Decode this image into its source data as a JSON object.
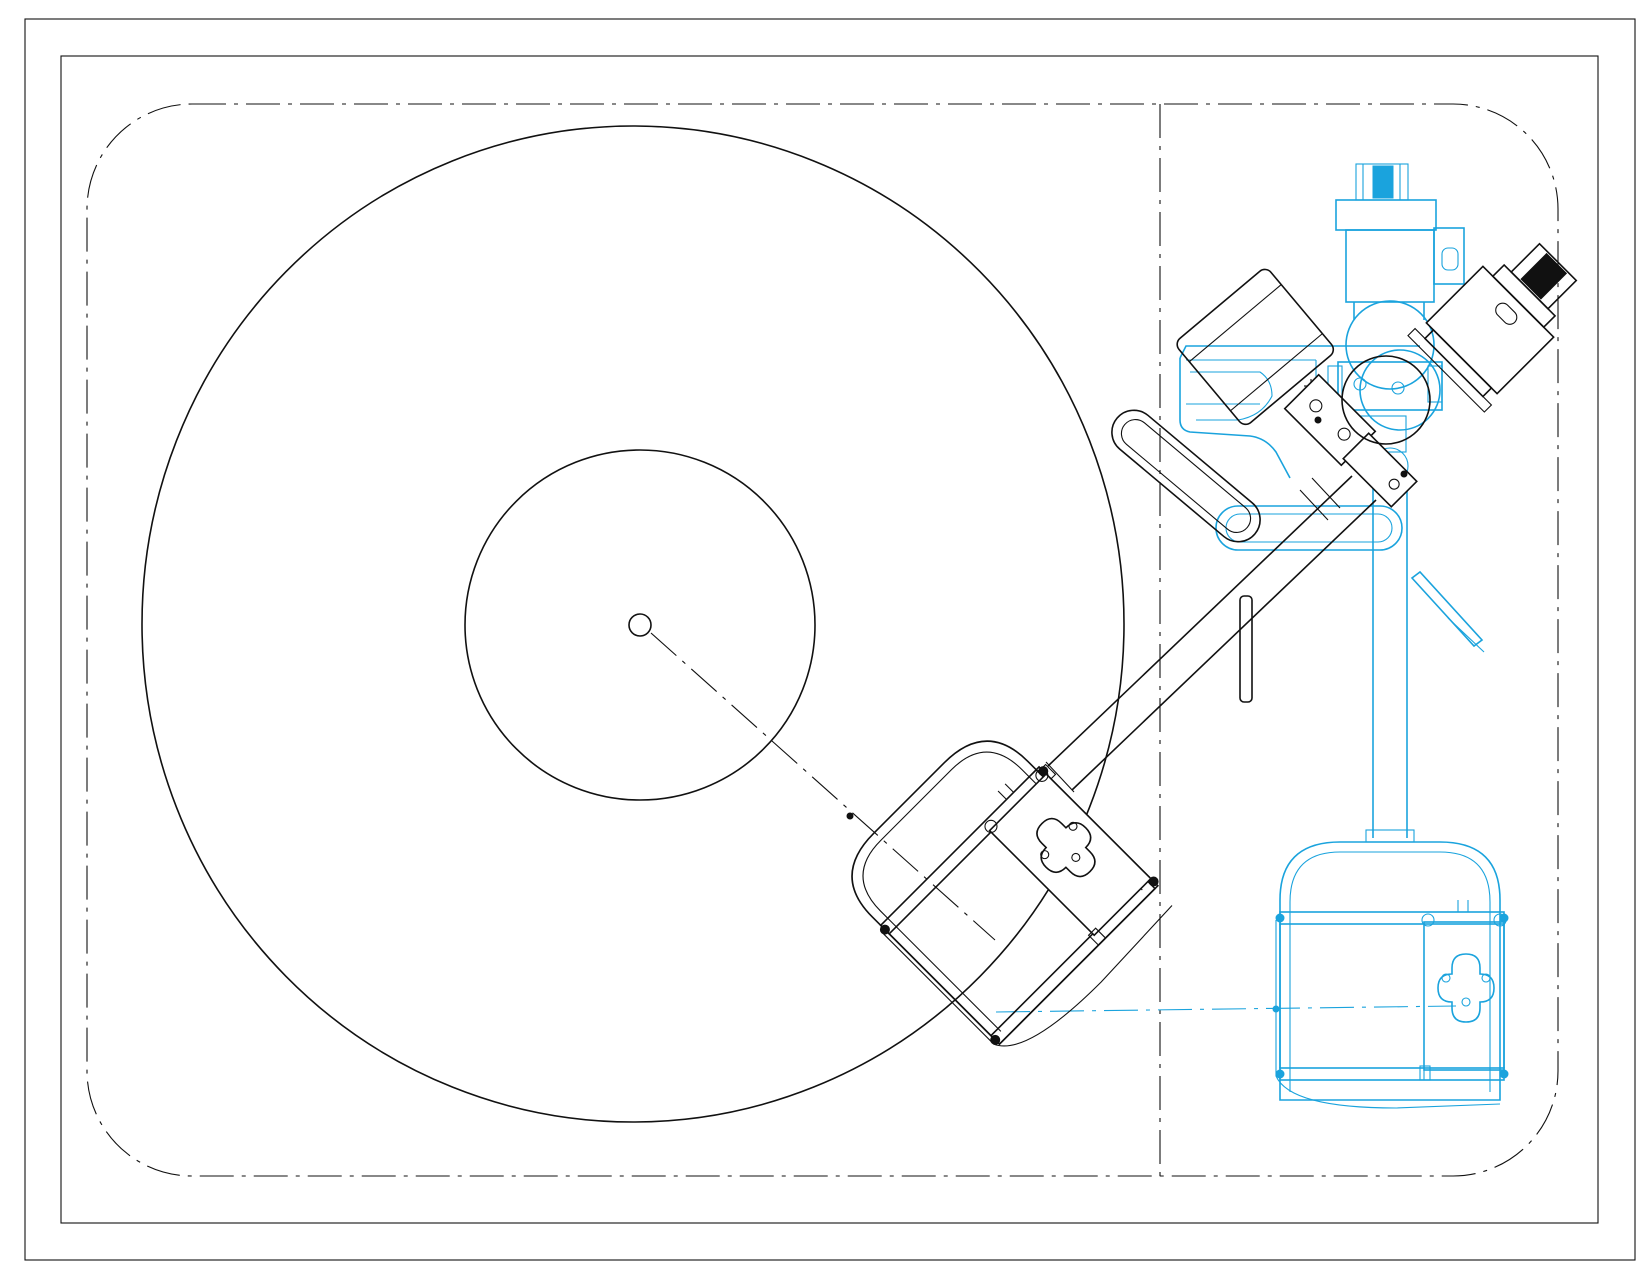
{
  "drawing": {
    "colors": {
      "line": "#111111",
      "accent": "#1aa3dd",
      "background": "#ffffff"
    },
    "icons": {
      "pivot_marker": "plus-sign",
      "platter": "circle",
      "headshell_finger_lift": "cross-shaped-plate"
    },
    "states": [
      {
        "name": "tonearm-playing-position",
        "color": "#111111"
      },
      {
        "name": "tonearm-rest-position",
        "color": "#1aa3dd"
      }
    ]
  }
}
